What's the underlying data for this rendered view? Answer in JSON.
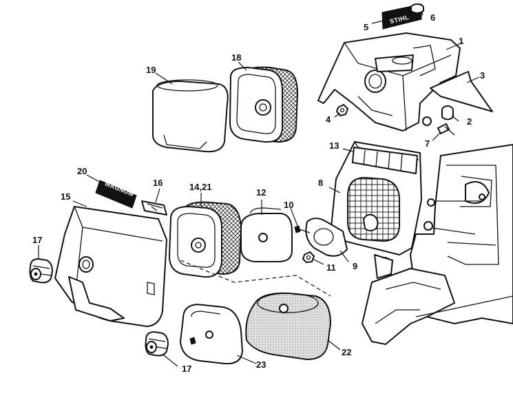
{
  "diagram": {
    "callouts": [
      {
        "id": "c1",
        "label": "1"
      },
      {
        "id": "c2",
        "label": "2"
      },
      {
        "id": "c3",
        "label": "3"
      },
      {
        "id": "c4",
        "label": "4"
      },
      {
        "id": "c5",
        "label": "5"
      },
      {
        "id": "c6",
        "label": "6"
      },
      {
        "id": "c7",
        "label": "7"
      },
      {
        "id": "c8",
        "label": "8"
      },
      {
        "id": "c9",
        "label": "9"
      },
      {
        "id": "c10",
        "label": "10"
      },
      {
        "id": "c11",
        "label": "11"
      },
      {
        "id": "c12",
        "label": "12"
      },
      {
        "id": "c13",
        "label": "13"
      },
      {
        "id": "c14",
        "label": "14,21"
      },
      {
        "id": "c15",
        "label": "15"
      },
      {
        "id": "c16",
        "label": "16"
      },
      {
        "id": "c17a",
        "label": "17"
      },
      {
        "id": "c17b",
        "label": "17"
      },
      {
        "id": "c18",
        "label": "18"
      },
      {
        "id": "c19",
        "label": "19"
      },
      {
        "id": "c20",
        "label": "20"
      },
      {
        "id": "c22",
        "label": "22"
      },
      {
        "id": "c23",
        "label": "23"
      }
    ],
    "decals": {
      "stihl": "STIHL",
      "magnum": "MAGNUM"
    },
    "colors": {
      "line": "#111111",
      "background": "#ffffff"
    }
  }
}
